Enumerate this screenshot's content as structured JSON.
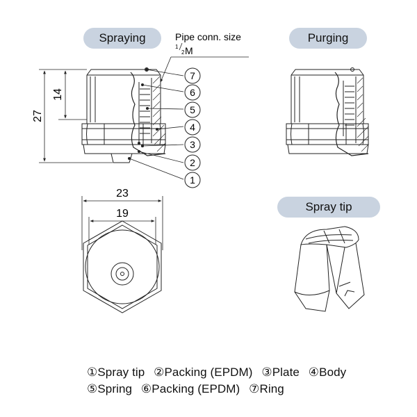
{
  "labels": {
    "spraying": "Spraying",
    "purging": "Purging",
    "spray_tip": "Spray tip",
    "pipe_conn": "Pipe conn. size",
    "pipe_size_super": "1",
    "pipe_size_sub": "2",
    "pipe_size_unit": "M"
  },
  "dimensions": {
    "overall_height": "27",
    "upper_height": "14",
    "across_corners": "23",
    "across_flats": "19"
  },
  "callouts": [
    "7",
    "6",
    "5",
    "4",
    "3",
    "2",
    "1"
  ],
  "legend": {
    "row1": [
      "①Spray tip",
      "②Packing (EPDM)",
      "③Plate",
      "④Body"
    ],
    "row2": [
      "⑤Spring",
      "⑥Packing (EPDM)",
      "⑦Ring"
    ]
  },
  "colors": {
    "pill": "#c9d3e0",
    "line": "#222222"
  }
}
